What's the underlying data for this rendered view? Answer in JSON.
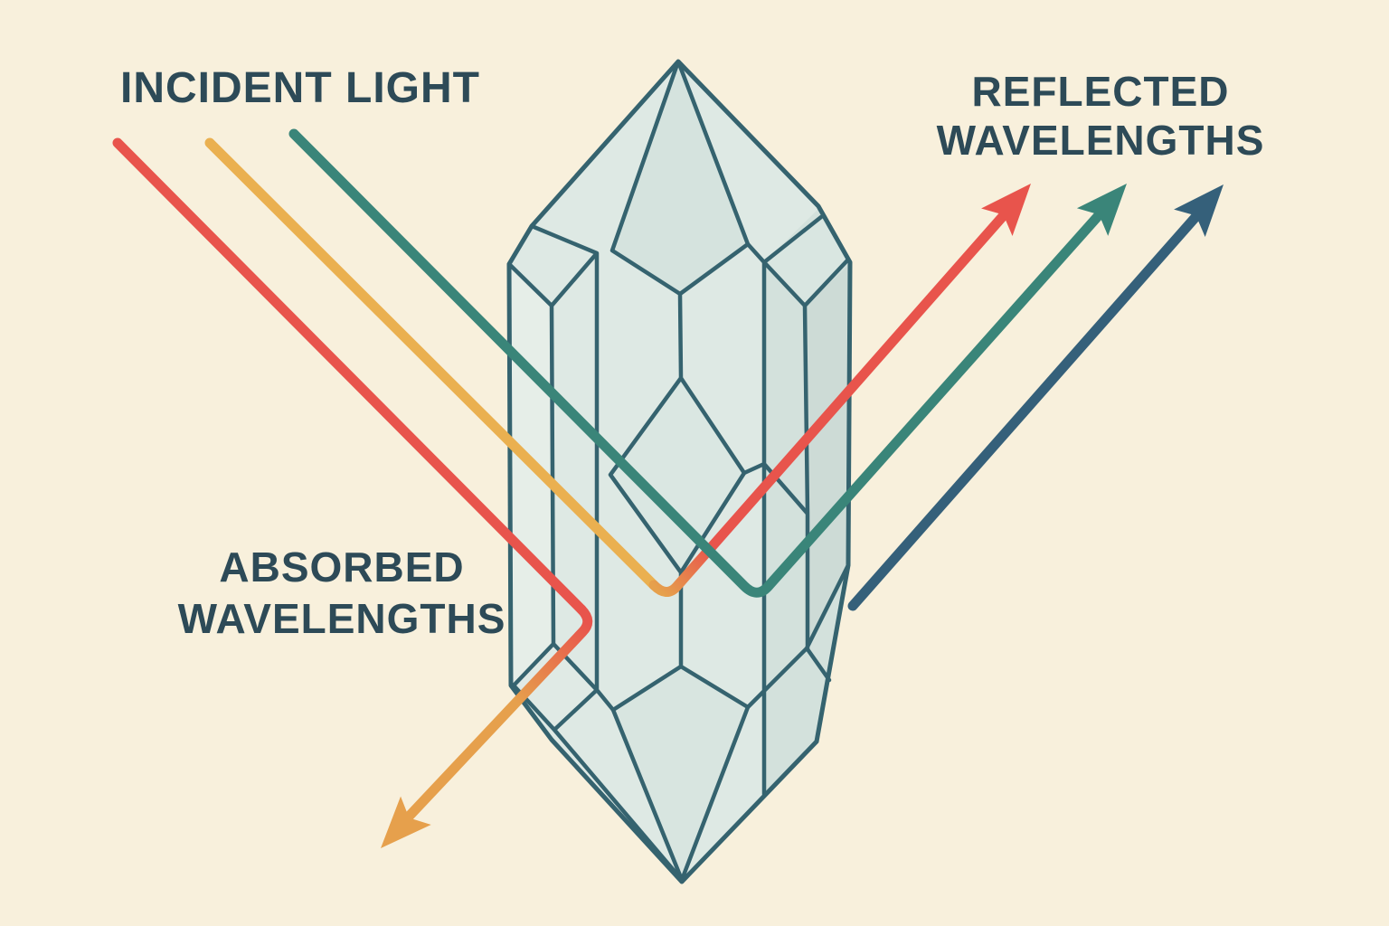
{
  "title": "Crystal light wavelength diagram",
  "labels": {
    "incident": "INCIDENT LIGHT",
    "reflected": [
      "REFLECTED",
      "WAVELENGTHS"
    ],
    "absorbed": [
      "ABSORBED",
      "WAVELENGTHS"
    ]
  },
  "colors": {
    "background": "#f8f0dc",
    "text": "#2d4a57",
    "red": "#e8544c",
    "yellow": "#eab050",
    "orange": "#e6a04c",
    "teal": "#3a8579",
    "navy": "#35607a",
    "crystal_stroke": "#35636f",
    "crystal_fill": "#dee9e4"
  },
  "diagram": {
    "object": "double-terminated faceted crystal",
    "incident_rays": [
      "red",
      "yellow",
      "teal"
    ],
    "reflected_rays": [
      "red",
      "teal",
      "navy"
    ],
    "absorbed_rays": [
      "orange"
    ]
  }
}
